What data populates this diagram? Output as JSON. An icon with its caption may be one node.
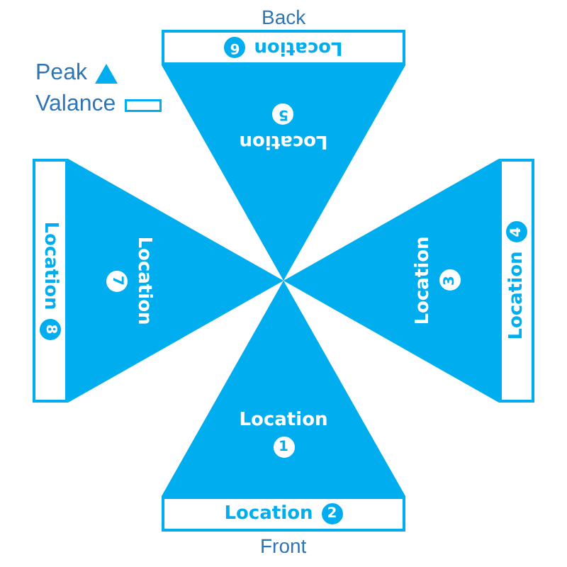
{
  "diagram": {
    "nodes": [
      {
        "text": [
          "Location",
          "6"
        ]
      },
      {
        "text": [
          "Location",
          "5"
        ]
      },
      {
        "text": [
          "Location",
          "8"
        ]
      },
      {
        "text": [
          "Location",
          "7"
        ]
      },
      {
        "text": [
          "Location",
          "3"
        ]
      },
      {
        "text": [
          "Location",
          "4"
        ]
      },
      {
        "text": [
          "Location",
          "1"
        ]
      },
      {
        "text": [
          "Location",
          "2"
        ]
      }
    ],
    "labels": [
      "Back",
      "Front"
    ],
    "legend": [
      {
        "text": "Peak"
      },
      {
        "text": "Valance"
      }
    ]
  }
}
